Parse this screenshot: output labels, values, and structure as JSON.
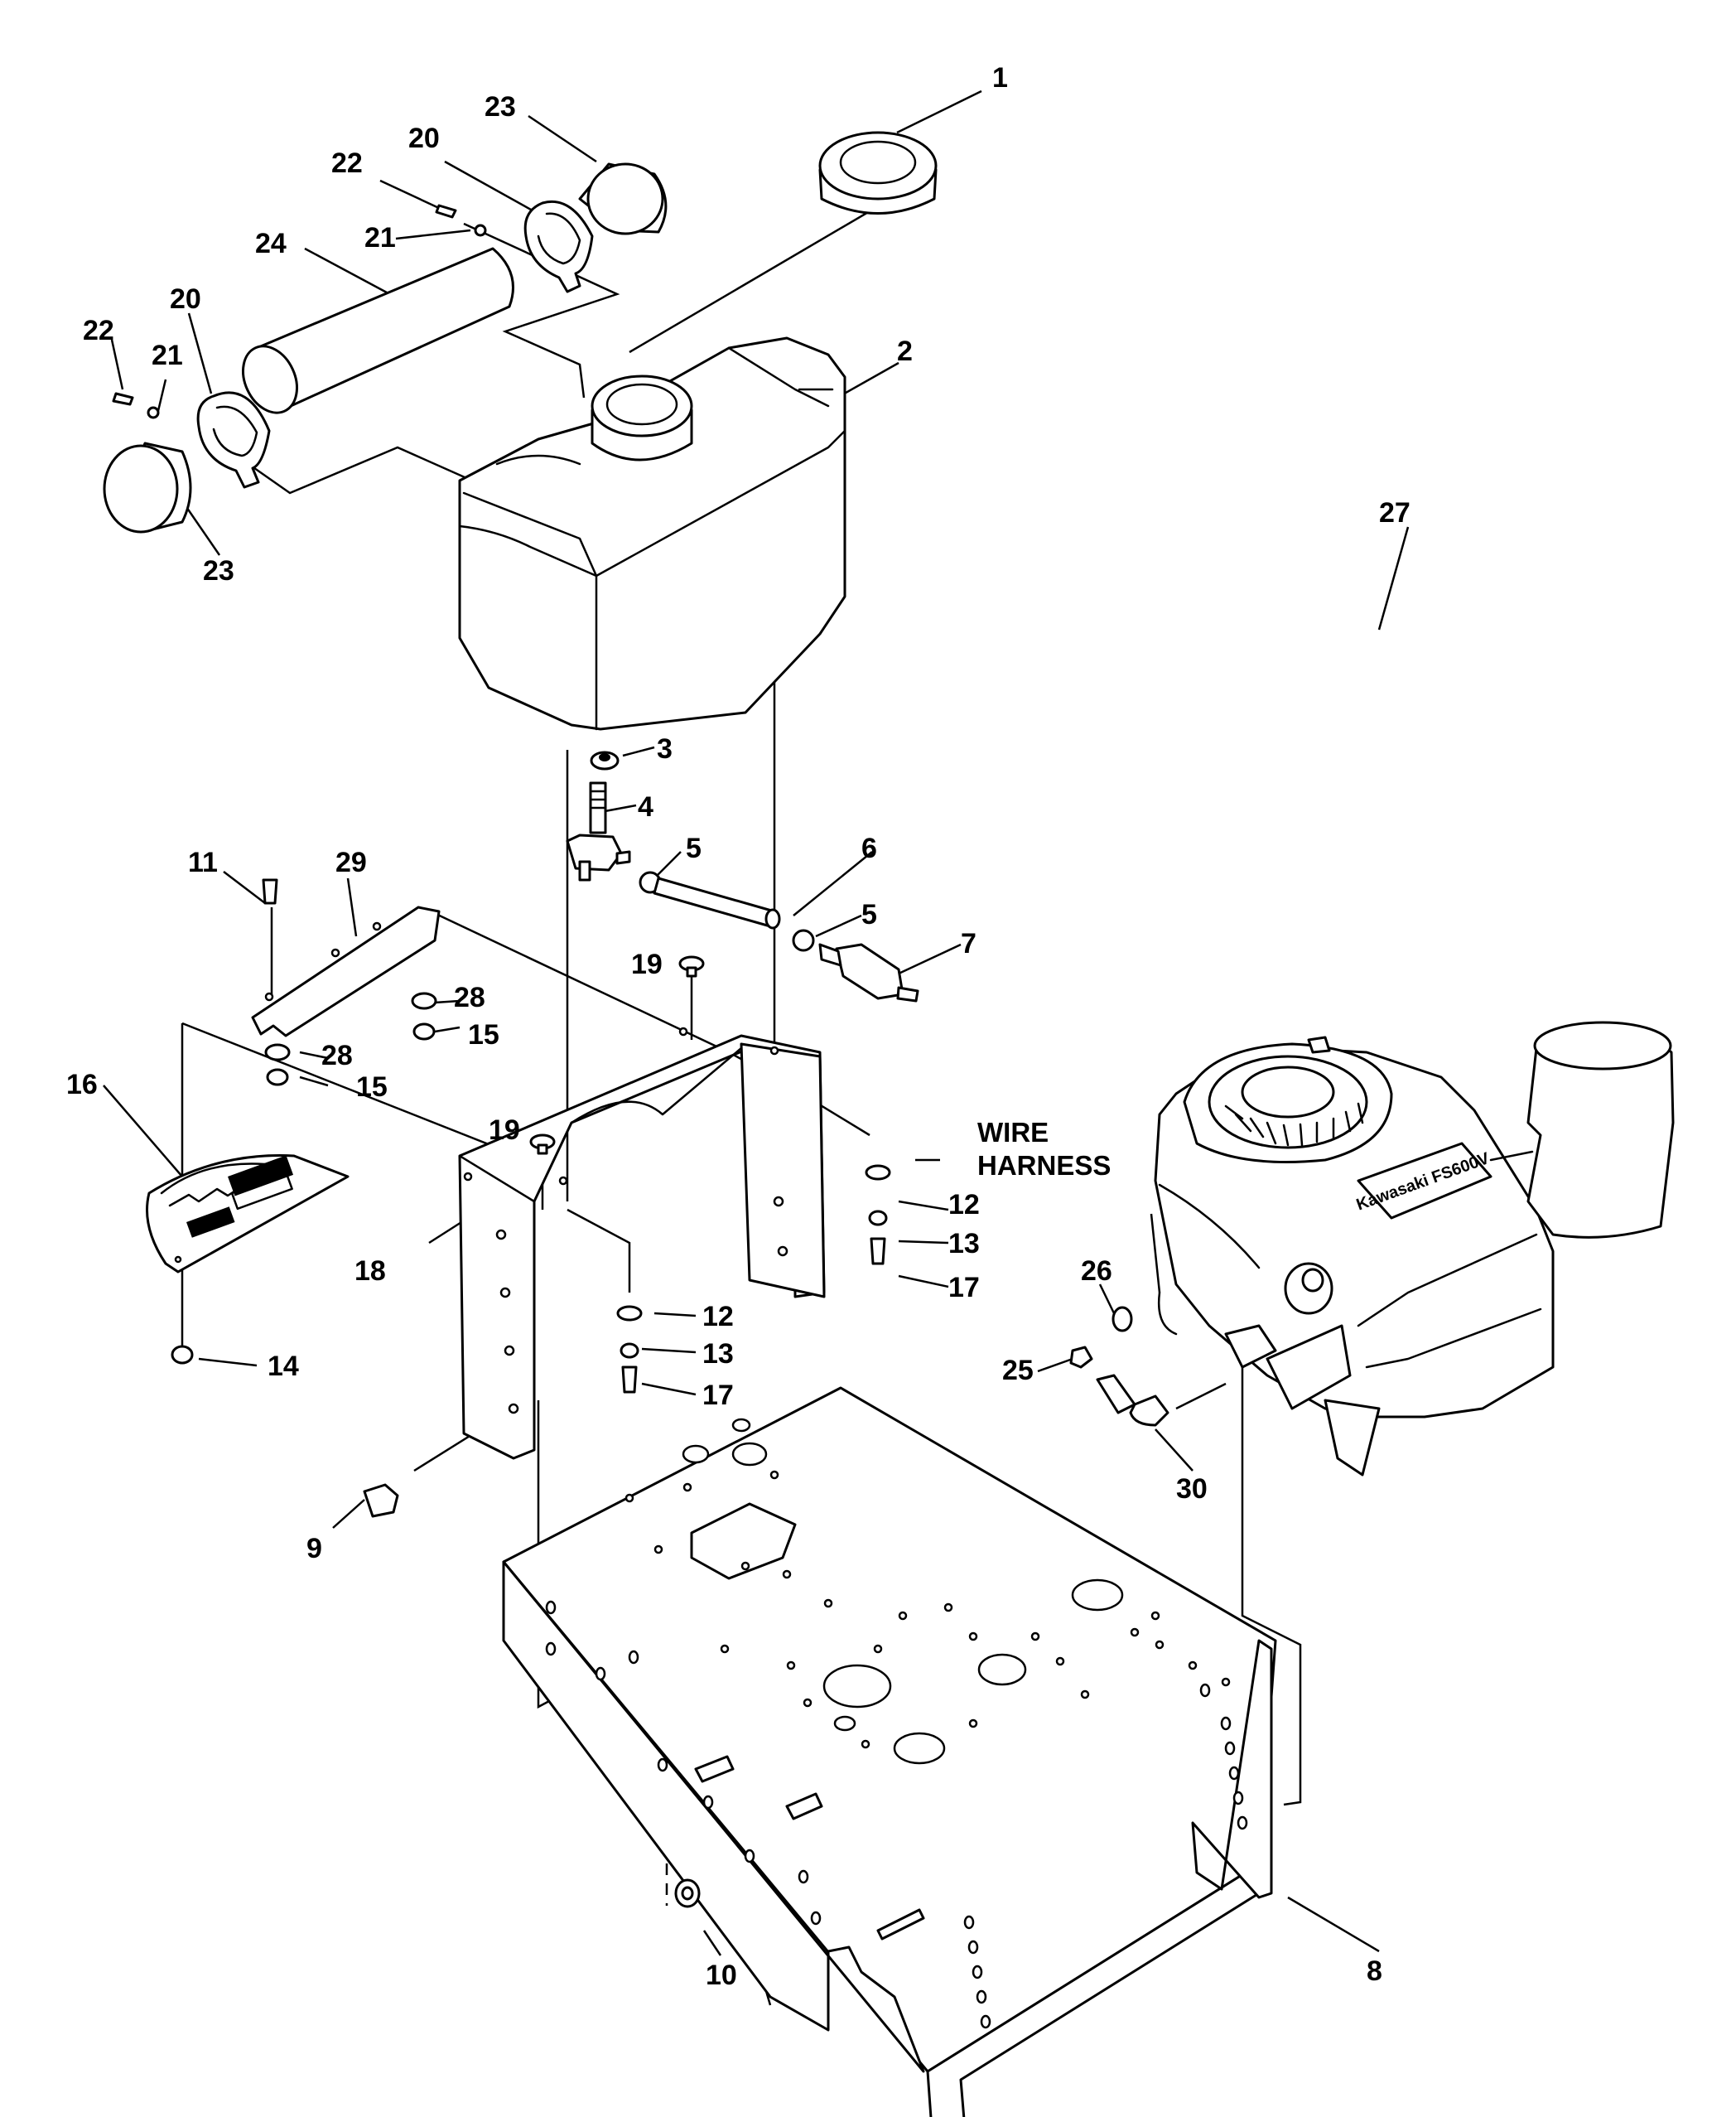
{
  "diagram": {
    "callouts": {
      "c1": "1",
      "c2": "2",
      "c3": "3",
      "c4": "4",
      "c5a": "5",
      "c5b": "5",
      "c6": "6",
      "c7": "7",
      "c8": "8",
      "c9": "9",
      "c10": "10",
      "c11": "11",
      "c12a": "12",
      "c12b": "12",
      "c13a": "13",
      "c13b": "13",
      "c14": "14",
      "c15a": "15",
      "c15b": "15",
      "c16": "16",
      "c17a": "17",
      "c17b": "17",
      "c18": "18",
      "c19a": "19",
      "c19b": "19",
      "c20a": "20",
      "c20b": "20",
      "c21a": "21",
      "c21b": "21",
      "c22a": "22",
      "c22b": "22",
      "c23a": "23",
      "c23b": "23",
      "c24": "24",
      "c25": "25",
      "c26": "26",
      "c27": "27",
      "c28a": "28",
      "c28b": "28",
      "c29": "29",
      "c30": "30"
    },
    "label": {
      "wire_harness_line1": "WIRE",
      "wire_harness_line2": "HARNESS"
    },
    "engine_brand": "Kawasaki FS600V"
  }
}
